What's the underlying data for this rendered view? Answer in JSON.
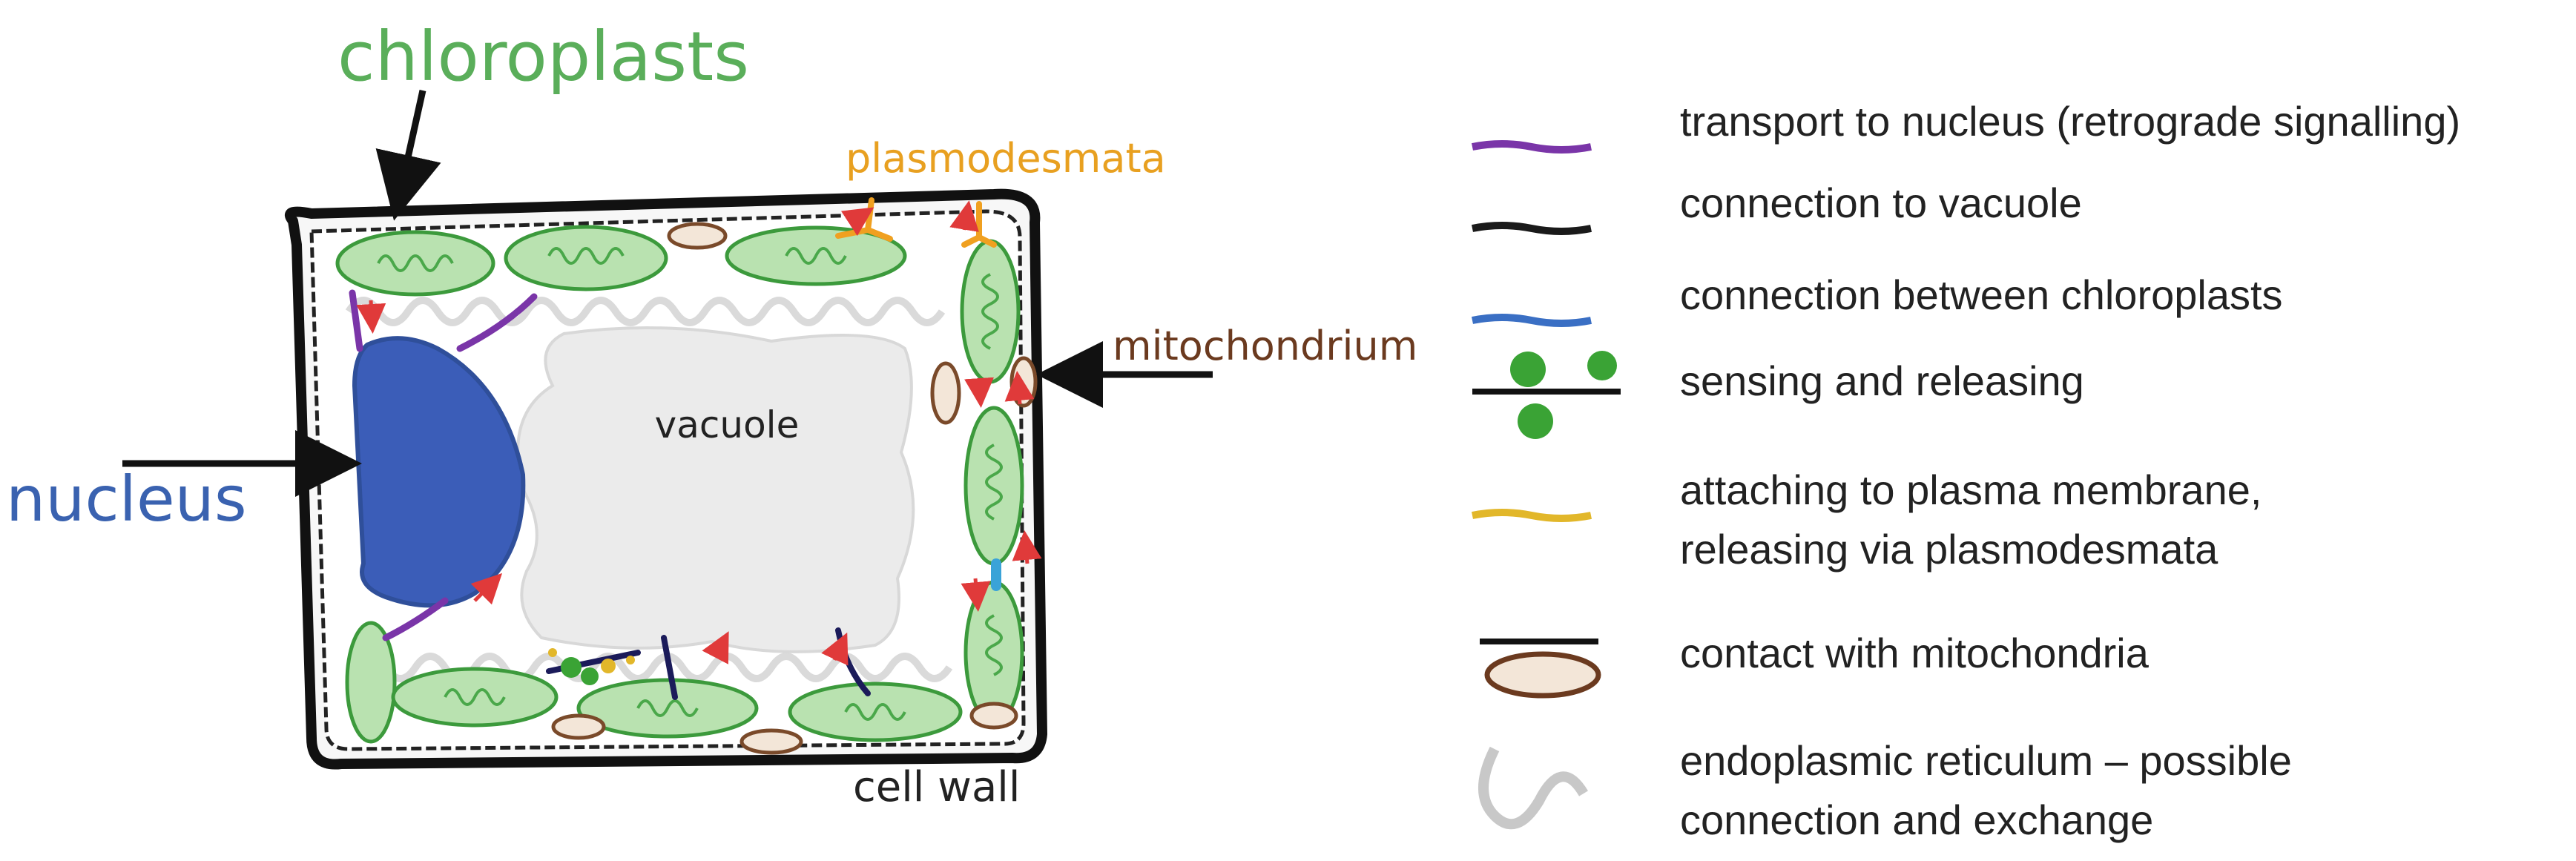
{
  "labels": {
    "chloroplasts": "chloroplasts",
    "plasmodesmata": "plasmodesmata",
    "mitochondrium": "mitochondrium",
    "nucleus": "nucleus",
    "vacuole": "vacuole",
    "cell_wall": "cell wall"
  },
  "legend": {
    "items": [
      {
        "id": "retrograde",
        "lines": [
          "transport to nucleus (retrograde signalling)"
        ],
        "color": "#7a35a8"
      },
      {
        "id": "vacuole",
        "lines": [
          "connection to vacuole"
        ],
        "color": "#1a1a1a"
      },
      {
        "id": "between",
        "lines": [
          "connection between chloroplasts"
        ],
        "color": "#3a6fc4"
      },
      {
        "id": "sensing",
        "lines": [
          "sensing and releasing"
        ],
        "color": "#3aa335"
      },
      {
        "id": "attaching",
        "lines": [
          "attaching to plasma membrane,",
          "releasing via plasmodesmata"
        ],
        "color": "#e2b72a"
      },
      {
        "id": "mito",
        "lines": [
          "contact with mitochondria"
        ],
        "color": "#6b3a1f"
      },
      {
        "id": "er",
        "lines": [
          "endoplasmic reticulum – possible",
          "connection and exchange"
        ],
        "color": "#c8c8c8"
      }
    ]
  },
  "colors": {
    "chloroplast_fill": "#b9e2b0",
    "chloroplast_stroke": "#3c9a3c",
    "nucleus": "#3b5db8",
    "vacuole": "#ebebeb",
    "cell_wall": "#111111",
    "arrow_red": "#e03a3a",
    "plasmodesmata": "#f0a020",
    "mitochondria": "#7a4a2a",
    "label_green": "#5aae5a",
    "label_orange": "#e8a020",
    "label_brown": "#6b3a1f",
    "label_blue": "#3a62b0",
    "text": "#222222"
  }
}
